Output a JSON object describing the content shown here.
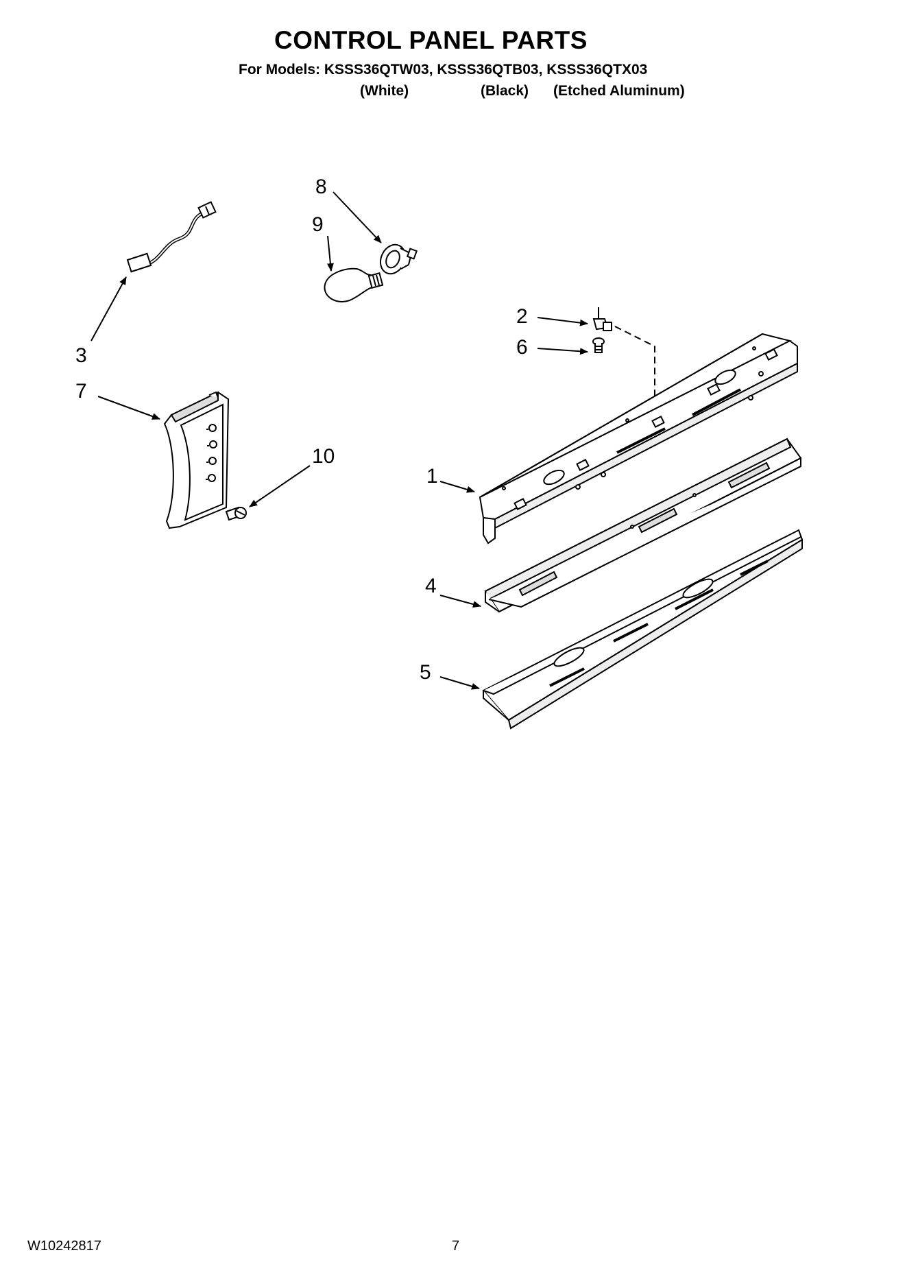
{
  "header": {
    "title": "CONTROL PANEL PARTS",
    "models_line": "For Models: KSSS36QTW03, KSSS36QTB03, KSSS36QTX03",
    "variants": [
      "(White)",
      "(Black)",
      "(Etched Aluminum)"
    ]
  },
  "callouts": {
    "c1": "1",
    "c2": "2",
    "c3": "3",
    "c4": "4",
    "c5": "5",
    "c6": "6",
    "c7": "7",
    "c8": "8",
    "c9": "9",
    "c10": "10"
  },
  "footer": {
    "doc_number": "W10242817",
    "page_number": "7"
  },
  "colors": {
    "ink": "#000000",
    "paper": "#ffffff",
    "part_fill": "#ffffff",
    "part_shade": "#d9d9d9"
  }
}
